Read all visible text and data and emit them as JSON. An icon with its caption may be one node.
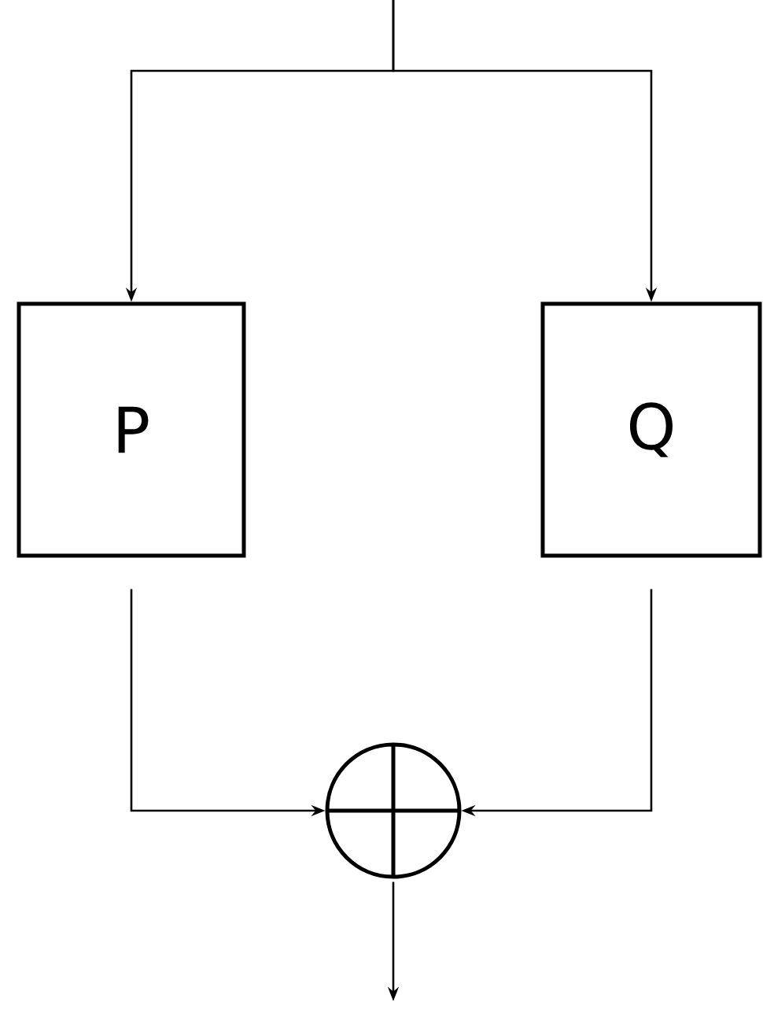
{
  "diagram": {
    "nodes": [
      {
        "text": [
          "P"
        ]
      },
      {
        "text": [
          "Q"
        ]
      },
      {
        "text": [],
        "shape": "circle"
      }
    ],
    "edges": [
      {
        "from": null,
        "to": 0,
        "arrow": "to"
      },
      {
        "from": null,
        "to": 1,
        "arrow": "to"
      },
      {
        "from": 0,
        "to": 2,
        "arrow": "to"
      },
      {
        "from": 1,
        "to": 2,
        "arrow": "to"
      },
      {
        "from": 2,
        "to": null,
        "arrow": "to"
      }
    ]
  }
}
